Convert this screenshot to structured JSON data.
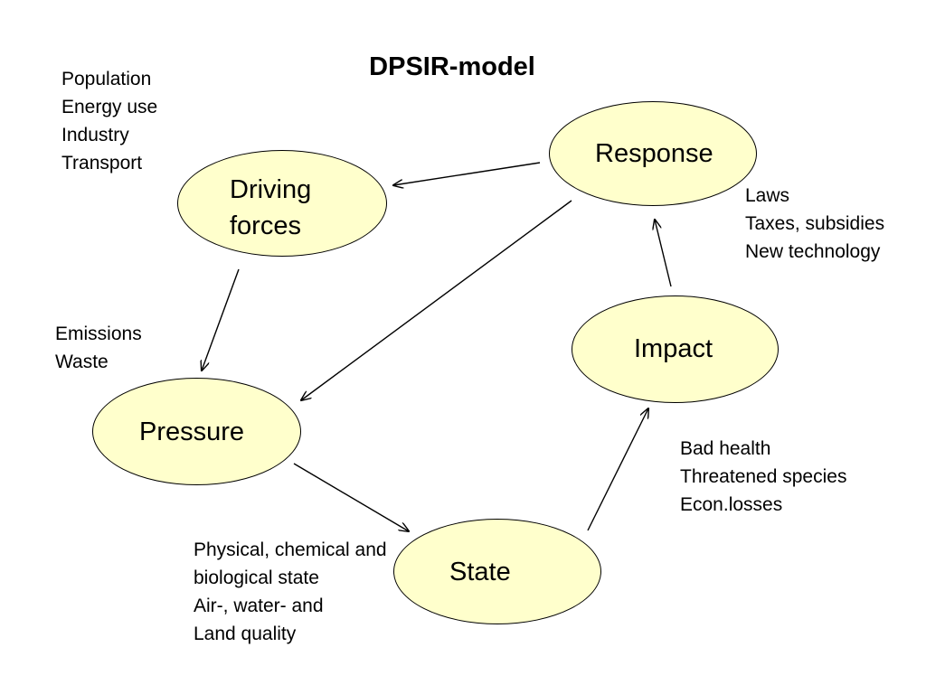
{
  "title": "DPSIR-model",
  "colors": {
    "node_fill": "#ffffcc",
    "stroke": "#000000"
  },
  "nodes": {
    "driving_forces": "Driving\nforces",
    "pressure": "Pressure",
    "state": "State",
    "impact": "Impact",
    "response": "Response"
  },
  "notes": {
    "driving_forces": "Population\nEnergy use\nIndustry\nTransport",
    "pressure": "Emissions\nWaste",
    "state": "Physical, chemical and\nbiological state\nAir-, water- and\nLand quality",
    "impact": "Bad health\nThreatened species\nEcon.losses",
    "response": "Laws\nTaxes, subsidies\nNew technology"
  },
  "edges": [
    {
      "from": "response",
      "to": "driving_forces"
    },
    {
      "from": "response",
      "to": "pressure"
    },
    {
      "from": "driving_forces",
      "to": "pressure"
    },
    {
      "from": "pressure",
      "to": "state"
    },
    {
      "from": "state",
      "to": "impact"
    },
    {
      "from": "impact",
      "to": "response"
    }
  ]
}
